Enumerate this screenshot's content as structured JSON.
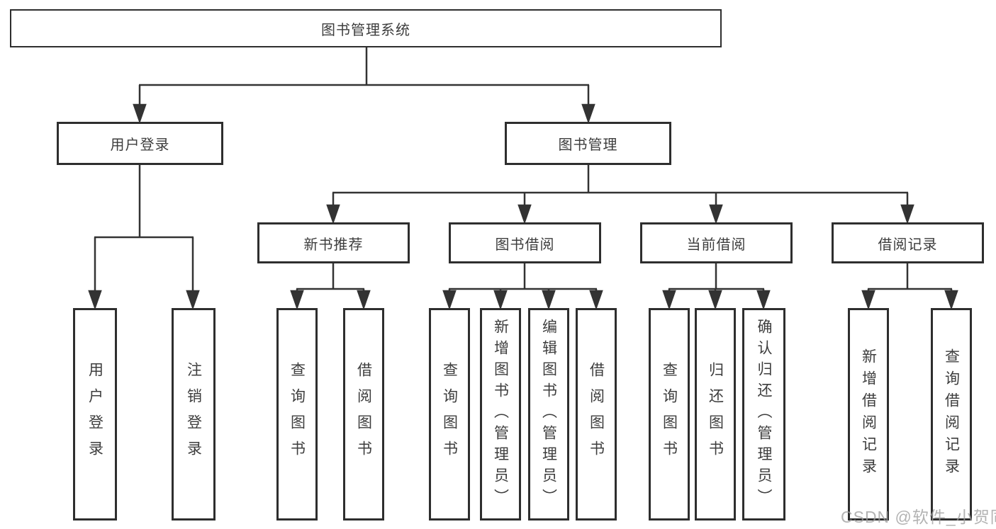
{
  "diagram": {
    "tree": {
      "root": {
        "label": "图书管理系统"
      },
      "branches": [
        {
          "label": "用户登录",
          "children": [
            {
              "label": "用户登录"
            },
            {
              "label": "注销登录"
            }
          ]
        },
        {
          "label": "图书管理",
          "children": [
            {
              "label": "新书推荐",
              "children": [
                {
                  "label": "查询图书"
                },
                {
                  "label": "借阅图书"
                }
              ]
            },
            {
              "label": "图书借阅",
              "children": [
                {
                  "label": "查询图书"
                },
                {
                  "label": "新增图书（管理员）"
                },
                {
                  "label": "编辑图书（管理员）"
                },
                {
                  "label": "借阅图书"
                }
              ]
            },
            {
              "label": "当前借阅",
              "children": [
                {
                  "label": "查询图书"
                },
                {
                  "label": "归还图书"
                },
                {
                  "label": "确认归还（管理员）"
                }
              ]
            },
            {
              "label": "借阅记录",
              "children": [
                {
                  "label": "新增借阅记录"
                },
                {
                  "label": "查询借阅记录"
                }
              ]
            }
          ]
        }
      ]
    },
    "colors": {
      "box_border": "#2e2e2e",
      "box_fill": "#ffffff",
      "line": "#333333",
      "text": "#3d3d3d",
      "watermark": "#9e9e9e",
      "background": "#ffffff"
    }
  },
  "watermark": {
    "text": "CSDN @软件_小贺同学"
  }
}
